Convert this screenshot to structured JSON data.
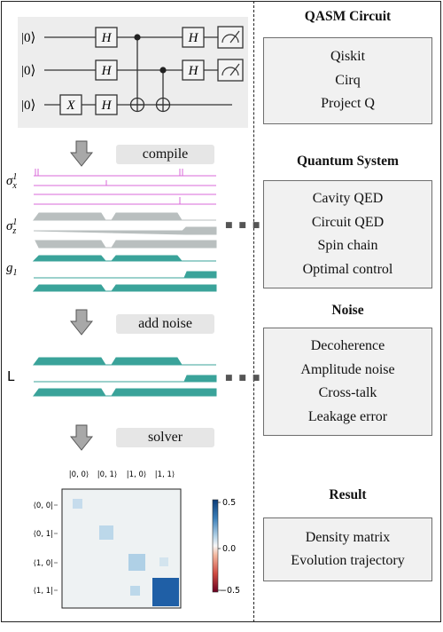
{
  "sections": [
    {
      "title": "QASM Circuit",
      "items": [
        "Qiskit",
        "Cirq",
        "Project Q"
      ]
    },
    {
      "title": "Quantum System",
      "items": [
        "Cavity QED",
        "Circuit QED",
        "Spin chain",
        "Optimal control"
      ]
    },
    {
      "title": "Noise",
      "items": [
        "Decoherence",
        "Amplitude noise",
        "Cross-talk",
        "Leakage error"
      ]
    },
    {
      "title": "Result",
      "items": [
        "Density matrix",
        "Evolution trajectory"
      ]
    }
  ],
  "circuit": {
    "kets": [
      "|0⟩",
      "|0⟩",
      "|0⟩"
    ],
    "gates": {
      "h": "H",
      "x": "X"
    }
  },
  "steps": [
    "compile",
    "add noise",
    "solver"
  ],
  "pulse_labels": {
    "sx": "σ",
    "sx_sup": "1",
    "sx_sub": "x",
    "sz": "σ",
    "sz_sup": "1",
    "sz_sub": "z",
    "g": "g",
    "g_sub": "1",
    "noise": "L"
  },
  "ellipsis": "■ ■ ■",
  "matrix": {
    "col_labels": [
      "|0, 0⟩",
      "|0, 1⟩",
      "|1, 0⟩",
      "|1, 1⟩"
    ],
    "row_labels": [
      "⟨0, 0|",
      "⟨0, 1|",
      "⟨1, 0|",
      "⟨1, 1|"
    ],
    "colorbar_ticks": [
      "0.5",
      "0.0",
      "−0.5"
    ]
  },
  "colors": {
    "pulse_pink": "#d86ad8",
    "pulse_gray": "#b9bfbf",
    "pulse_teal": "#3aa39a",
    "matrix_blue": "#1f5fa6"
  }
}
